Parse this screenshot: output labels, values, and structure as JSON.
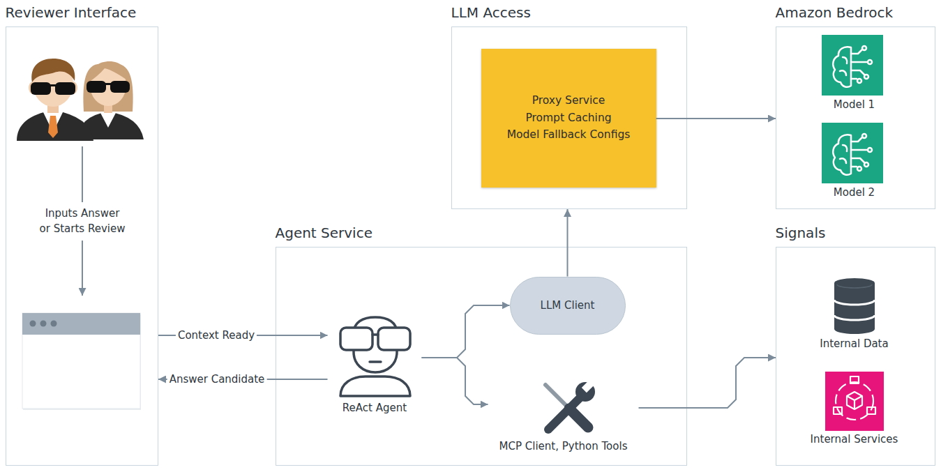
{
  "diagram": {
    "nodes": [
      {
        "text": [
          "Reviewer Interface"
        ]
      },
      {
        "text": [
          "LLM Access"
        ]
      },
      {
        "text": [
          "Proxy Service",
          "Prompt Caching",
          "Model Fallback Configs"
        ],
        "in": 1
      },
      {
        "text": [
          "Amazon Bedrock"
        ]
      },
      {
        "text": [
          "Model 1"
        ],
        "in": 3
      },
      {
        "text": [
          "Model 2"
        ],
        "in": 3
      },
      {
        "text": [
          "Agent Service"
        ]
      },
      {
        "text": [
          "ReAct Agent"
        ],
        "in": 6
      },
      {
        "text": [
          "LLM Client"
        ],
        "in": 6
      },
      {
        "text": [
          "MCP Client, Python Tools"
        ],
        "in": 6
      },
      {
        "text": [
          "Signals"
        ]
      },
      {
        "text": [
          "Internal Data"
        ],
        "in": 10
      },
      {
        "text": [
          "Internal Services"
        ],
        "in": 10
      }
    ],
    "edges": [
      {
        "from": 0,
        "to": 7,
        "label": "Context Ready",
        "arrow": "to"
      },
      {
        "from": 7,
        "to": 0,
        "label": "Answer Candidate",
        "arrow": "to"
      },
      {
        "from": 7,
        "to": 8,
        "arrow": "to"
      },
      {
        "from": 7,
        "to": 9,
        "arrow": "to"
      },
      {
        "from": 8,
        "to": 1,
        "arrow": "to"
      },
      {
        "from": 2,
        "to": 3,
        "arrow": "to"
      },
      {
        "from": 9,
        "to": 10,
        "arrow": "to"
      }
    ],
    "labels": [
      "Inputs Answer or Starts Review"
    ]
  }
}
